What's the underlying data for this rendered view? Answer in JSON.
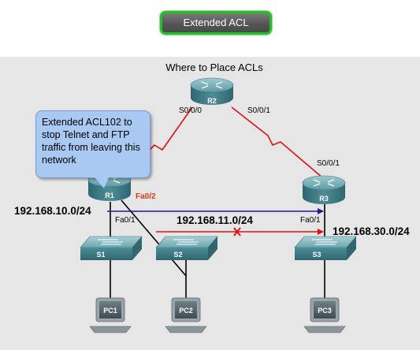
{
  "title_button": "Extended ACL",
  "diagram": {
    "heading": "Where to Place ACLs",
    "callout": "Extended ACL102  to stop Telnet and FTP traffic from leaving this network",
    "routers": {
      "r1": "R1",
      "r2": "R2",
      "r3": "R3"
    },
    "switches": {
      "s1": "S1",
      "s2": "S2",
      "s3": "S3"
    },
    "pcs": {
      "pc1": "PC1",
      "pc2": "PC2",
      "pc3": "PC3"
    },
    "interfaces": {
      "r2_left": "S0/0/0",
      "r2_right": "S0/0/1",
      "r3_serial": "S0/0/1",
      "r1_fa02": "Fa0/2",
      "r1_fa01": "Fa0/1",
      "r3_fa01": "Fa0/1"
    },
    "networks": {
      "net10": "192.168.10.0/24",
      "net11": "192.168.11.0/24",
      "net30": "192.168.30.0/24"
    },
    "colors": {
      "serial_link": "#e01010",
      "permitted_arrow": "#1a1aa0",
      "denied_arrow": "#e01010",
      "callout_bg": "#a9c8f2",
      "device_teal": "#4f8e98",
      "title_border": "#22c222"
    }
  }
}
